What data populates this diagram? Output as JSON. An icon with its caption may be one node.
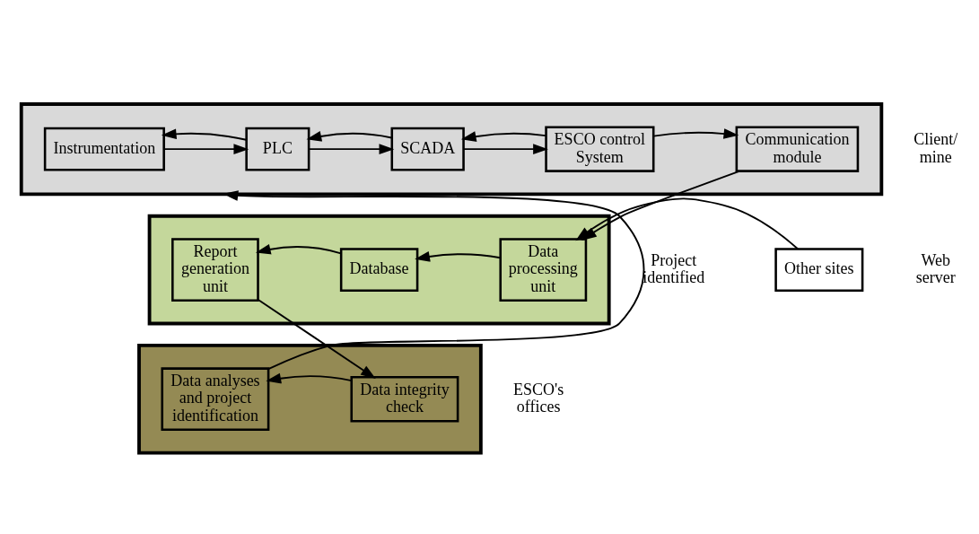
{
  "diagram": {
    "nodes": [
      {
        "text": [],
        "shape": "box"
      },
      {
        "text": [
          "Instrumentation"
        ],
        "in": 0
      },
      {
        "text": [
          "PLC"
        ],
        "in": 0
      },
      {
        "text": [
          "SCADA"
        ],
        "in": 0
      },
      {
        "text": [
          "ESCO control System"
        ],
        "in": 0
      },
      {
        "text": [
          "Communication module"
        ],
        "in": 0
      },
      {
        "text": [],
        "shape": "box"
      },
      {
        "text": [
          "Report generation unit"
        ],
        "in": 6
      },
      {
        "text": [
          "Database"
        ],
        "in": 6
      },
      {
        "text": [
          "Data processing unit"
        ],
        "in": 6
      },
      {
        "text": [
          "Other sites"
        ]
      },
      {
        "text": [],
        "shape": "box"
      },
      {
        "text": [
          "Data analyses and project identification"
        ],
        "in": 11
      },
      {
        "text": [
          "Data integrity check"
        ],
        "in": 11
      }
    ],
    "edges": [
      {
        "from": 1,
        "to": 2,
        "arrow": "to"
      },
      {
        "from": 2,
        "to": 1,
        "arrow": "to"
      },
      {
        "from": 2,
        "to": 3,
        "arrow": "to"
      },
      {
        "from": 3,
        "to": 2,
        "arrow": "to"
      },
      {
        "from": 3,
        "to": 4,
        "arrow": "to"
      },
      {
        "from": 4,
        "to": 3,
        "arrow": "to"
      },
      {
        "from": 4,
        "to": 5,
        "arrow": "to"
      },
      {
        "from": 5,
        "to": 9,
        "arrow": "to"
      },
      {
        "from": 10,
        "to": 9,
        "arrow": "to"
      },
      {
        "from": 9,
        "to": 8,
        "arrow": "to"
      },
      {
        "from": 8,
        "to": 7,
        "arrow": "to"
      },
      {
        "from": 7,
        "to": 13,
        "arrow": "to"
      },
      {
        "from": 13,
        "to": 12,
        "arrow": "to"
      },
      {
        "from": 12,
        "to": 0,
        "arrow": "to",
        "label": "Project identified"
      }
    ],
    "labels": [
      "Client/ mine",
      "Web server",
      "ESCO's offices"
    ]
  }
}
